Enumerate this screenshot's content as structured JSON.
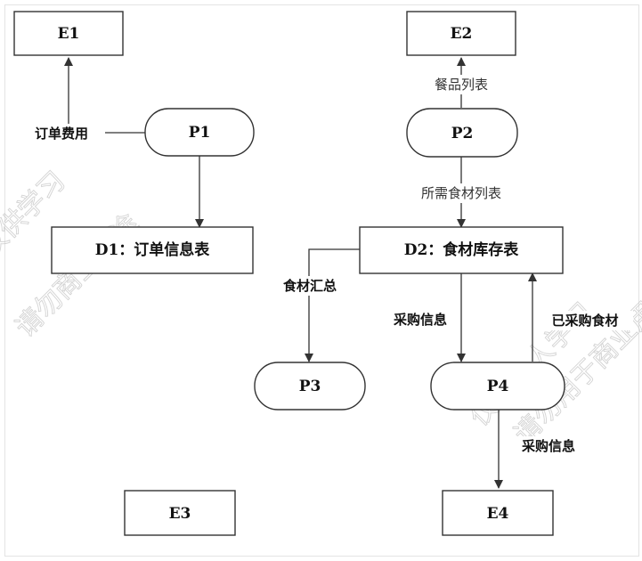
{
  "nodes": {
    "e1": "E1",
    "e2": "E2",
    "e3": "E3",
    "e4": "E4",
    "p1": "P1",
    "p2": "P2",
    "p3": "P3",
    "p4": "P4",
    "d1": "D1：订单信息表",
    "d2": "D2：食材库存表"
  },
  "flows": {
    "order_fee": "订单费用",
    "menu_list": "餐品列表",
    "ingredient_list": "所需食材列表",
    "ingredient_summary": "食材汇总",
    "purchase_info_1": "采购信息",
    "purchased_ingredients": "已采购食材",
    "purchase_info_2": "采购信息"
  },
  "watermark": {
    "left_1": "仅供学习",
    "left_2": "请勿商业用途",
    "right_1": "仅供个人学习",
    "right_2": "请勿用于商业用途"
  }
}
